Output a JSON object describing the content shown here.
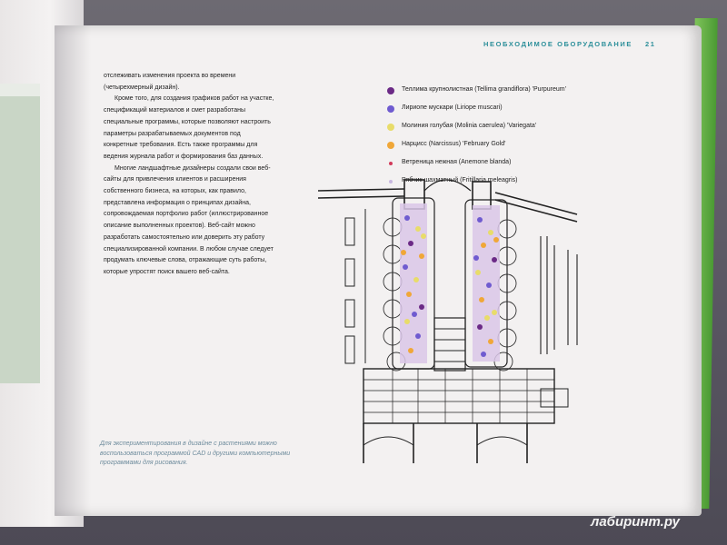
{
  "header": {
    "title": "НЕОБХОДИМОЕ ОБОРУДОВАНИЕ",
    "page_number": "21"
  },
  "body": {
    "paragraphs": [
      "отслеживать изменения проекта во времени (четырехмерный дизайн).",
      "Кроме того, для создания графиков работ на участке, спецификаций материалов и смет разработаны специальные программы, которые позволяют настроить параметры разрабатываемых документов под конкретные требования. Есть также программы для ведения журнала работ и формирования баз данных.",
      "Многие ландшафтные дизайнеры создали свои веб-сайты для привлечения клиентов и расширения собственного бизнеса, на которых, как правило, представлена информация о принципах дизайна, сопровождаемая портфолио работ (иллюстрированное описание выполненных проектов). Веб-сайт можно разработать самостоятельно или доверить эту работу специализированной компании. В любом случае следует продумать ключевые слова, отражающие суть работы, которые упростят поиск вашего веб-сайта."
    ]
  },
  "legend": [
    {
      "label": "Теллима крупнолистная (Tellima grandiflora) 'Purpureum'",
      "color": "#6b2a86"
    },
    {
      "label": "Лириопе мускари (Liriope muscari)",
      "color": "#6f5bd0"
    },
    {
      "label": "Молиния голубая (Molinia caerulea) 'Variegata'",
      "color": "#e8dc6a"
    },
    {
      "label": "Нарцисс (Narcissus) 'February Gold'",
      "color": "#f0a738"
    },
    {
      "label": "Ветреница нежная (Anemone blanda)",
      "color": "#d23a5a"
    },
    {
      "label": "Рябчик шахматный (Fritillaria meleagris)",
      "color": "#c8b8e0"
    }
  ],
  "caption": "Для экспериментирования в дизайне с растениями можно воспользоваться программой CAD и другими компьютерными программами для рисования.",
  "watermark": "лабиринт.ру"
}
